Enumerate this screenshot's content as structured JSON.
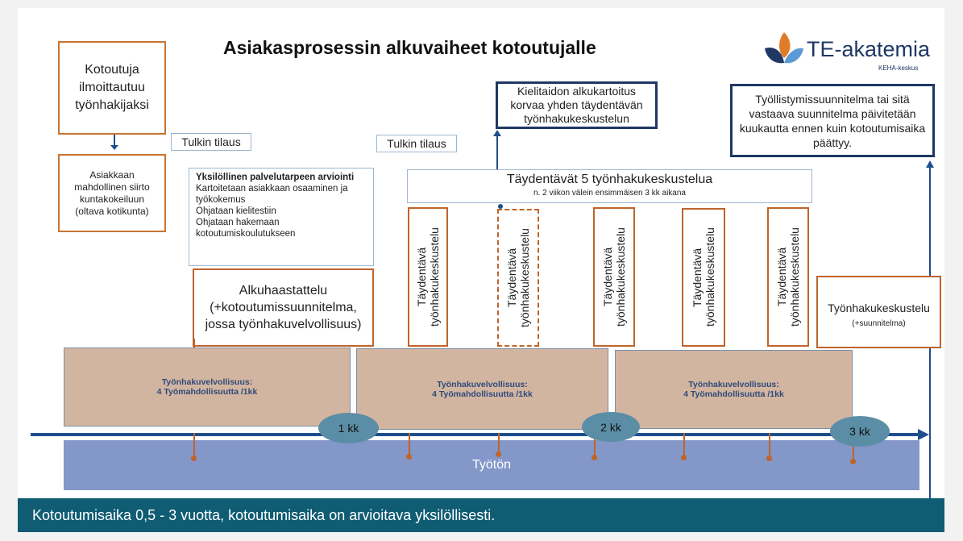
{
  "title": "Asiakasprosessin alkuvaiheet kotoutujalle",
  "logo": {
    "text": "TE-akatemia",
    "subtext": "KEHA-keskus",
    "icon": "leaf-logo-icon",
    "colors": [
      "#1f3864",
      "#e07b2a",
      "#5b9bd5"
    ]
  },
  "boxes": {
    "registers": "Kotoutuja ilmoittautuu työnhakijaksi",
    "municipality": "Asiakkaan mahdollinen siirto kuntakokeiluun (oltava kotikunta)",
    "interpreter_1": "Tulkin tilaus",
    "interpreter_2": "Tulkin tilaus",
    "assessment_title": "Yksilöllinen palvelutarpeen arviointi",
    "assessment_items": [
      "Kartoitetaan asiakkaan osaaminen ja työkokemus",
      "Ohjataan kielitestiin",
      "Ohjataan hakemaan kotoutumiskoulutukseen"
    ],
    "initial_interview": "Alkuhaastattelu (+kotoutumissuunnitelma, jossa työnhakuvelvollisuus)",
    "language_mapping": "Kielitaidon alkukartoitus korvaa yhden täydentävän työnhakukeskustelun",
    "plan_update": "Työllistymissuunnitelma tai sitä vastaava suunnitelma päivitetään kuukautta ennen kuin kotoutumisaika päättyy.",
    "supplementary_title": "Täydentävät 5 työnhakukeskustelua",
    "supplementary_sub": "n. 2 viikon välein ensimmäisen 3 kk aikana",
    "supplementary_vertical": "Täydentävä työnhakukeskustelu",
    "job_search_title": "Työnhakukeskustelu",
    "job_search_sub": "(+suunnitelma)"
  },
  "obligation": {
    "line1": "Työnhakuvelvollisuus:",
    "line2": "4 Työmahdollisuutta /1kk"
  },
  "months": [
    "1 kk",
    "2 kk",
    "3 kk"
  ],
  "unemployed": "Työtön",
  "footer": "Kotoutumisaika 0,5 - 3 vuotta, kotoutumisaika on arvioitava yksilöllisesti.",
  "colors": {
    "orange": "#c87533",
    "navy": "#1f3864",
    "tan": "#d2b5a0",
    "lavender": "#8497c9",
    "teal_bar": "#0f5c73",
    "bubble": "#5b8ea6",
    "arrow": "#1f4e8c"
  }
}
